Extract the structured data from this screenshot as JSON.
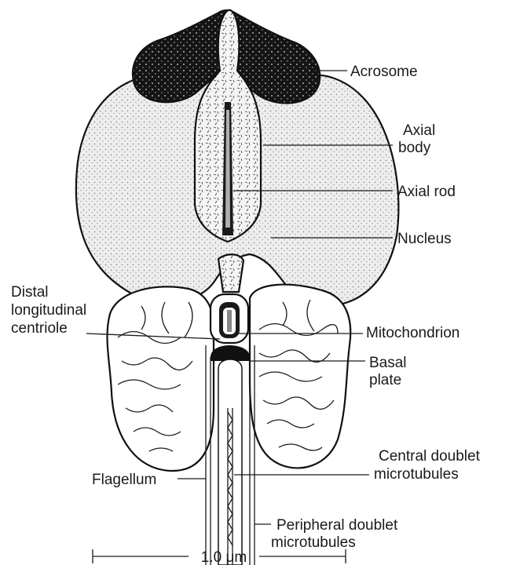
{
  "labels": {
    "acrosome": "Acrosome",
    "axial_body_1": "Axial",
    "axial_body_2": "body",
    "axial_rod": "Axial rod",
    "nucleus": "Nucleus",
    "distal_1": "Distal",
    "distal_2": "longitudinal",
    "distal_3": "centriole",
    "mitochondrion": "Mitochondrion",
    "basal_1": "Basal",
    "basal_2": "plate",
    "central_1": "Central doublet",
    "central_2": "microtubules",
    "flagellum": "Flagellum",
    "peripheral_1": "Peripheral doublet",
    "peripheral_2": "microtubules"
  },
  "scale_bar": {
    "label": "1.0 μm"
  }
}
